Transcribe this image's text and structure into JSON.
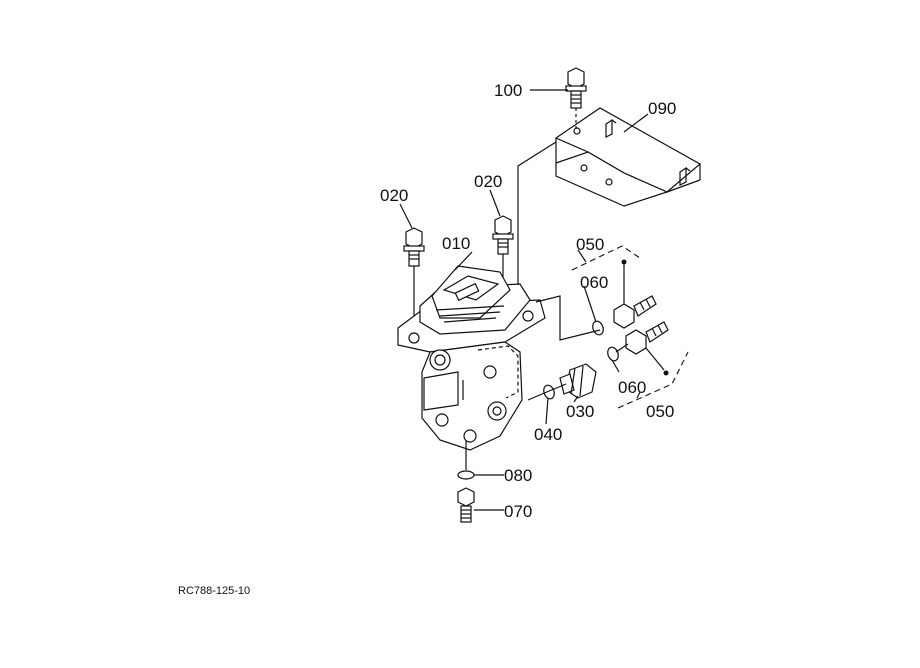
{
  "diagram": {
    "labels": {
      "p100": "100",
      "p090": "090",
      "p020a": "020",
      "p020b": "020",
      "p010": "010",
      "p050a": "050",
      "p060a": "060",
      "p060b": "060",
      "p030": "030",
      "p040": "040",
      "p050b": "050",
      "p080": "080",
      "p070": "070"
    },
    "drawing_code": "RC788-125-10"
  }
}
